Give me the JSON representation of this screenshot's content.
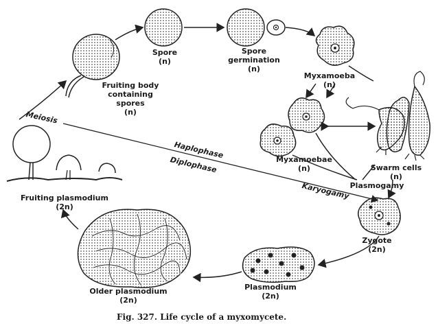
{
  "labels": {
    "spore": "Spore\n(n)",
    "spore_germination": "Spore\ngermination\n(n)",
    "myxamoeba": "Myxamoeba\n(n)",
    "fruiting_body": "Fruiting body\ncontaining\nspores\n(n)",
    "meiosis": "Meiosis",
    "haplophase": "Haplophase",
    "diplophase": "Diplophase",
    "myxamoebae": "Myxamoebae\n(n)",
    "swarm_cells": "Swarm cells\n(n)",
    "plasmogamy": "Plasmogamy",
    "karyogamy": "Karyogamy",
    "fruiting_plasmodium": "Fruiting plasmodium\n(2n)",
    "zygote": "Zygote\n(2n)",
    "older_plasmodium": "Older plasmodium\n(2n)",
    "plasmodium": "Plasmodium\n(2n)"
  },
  "caption": "Fig. 327.  Life cycle of a myxomycete."
}
